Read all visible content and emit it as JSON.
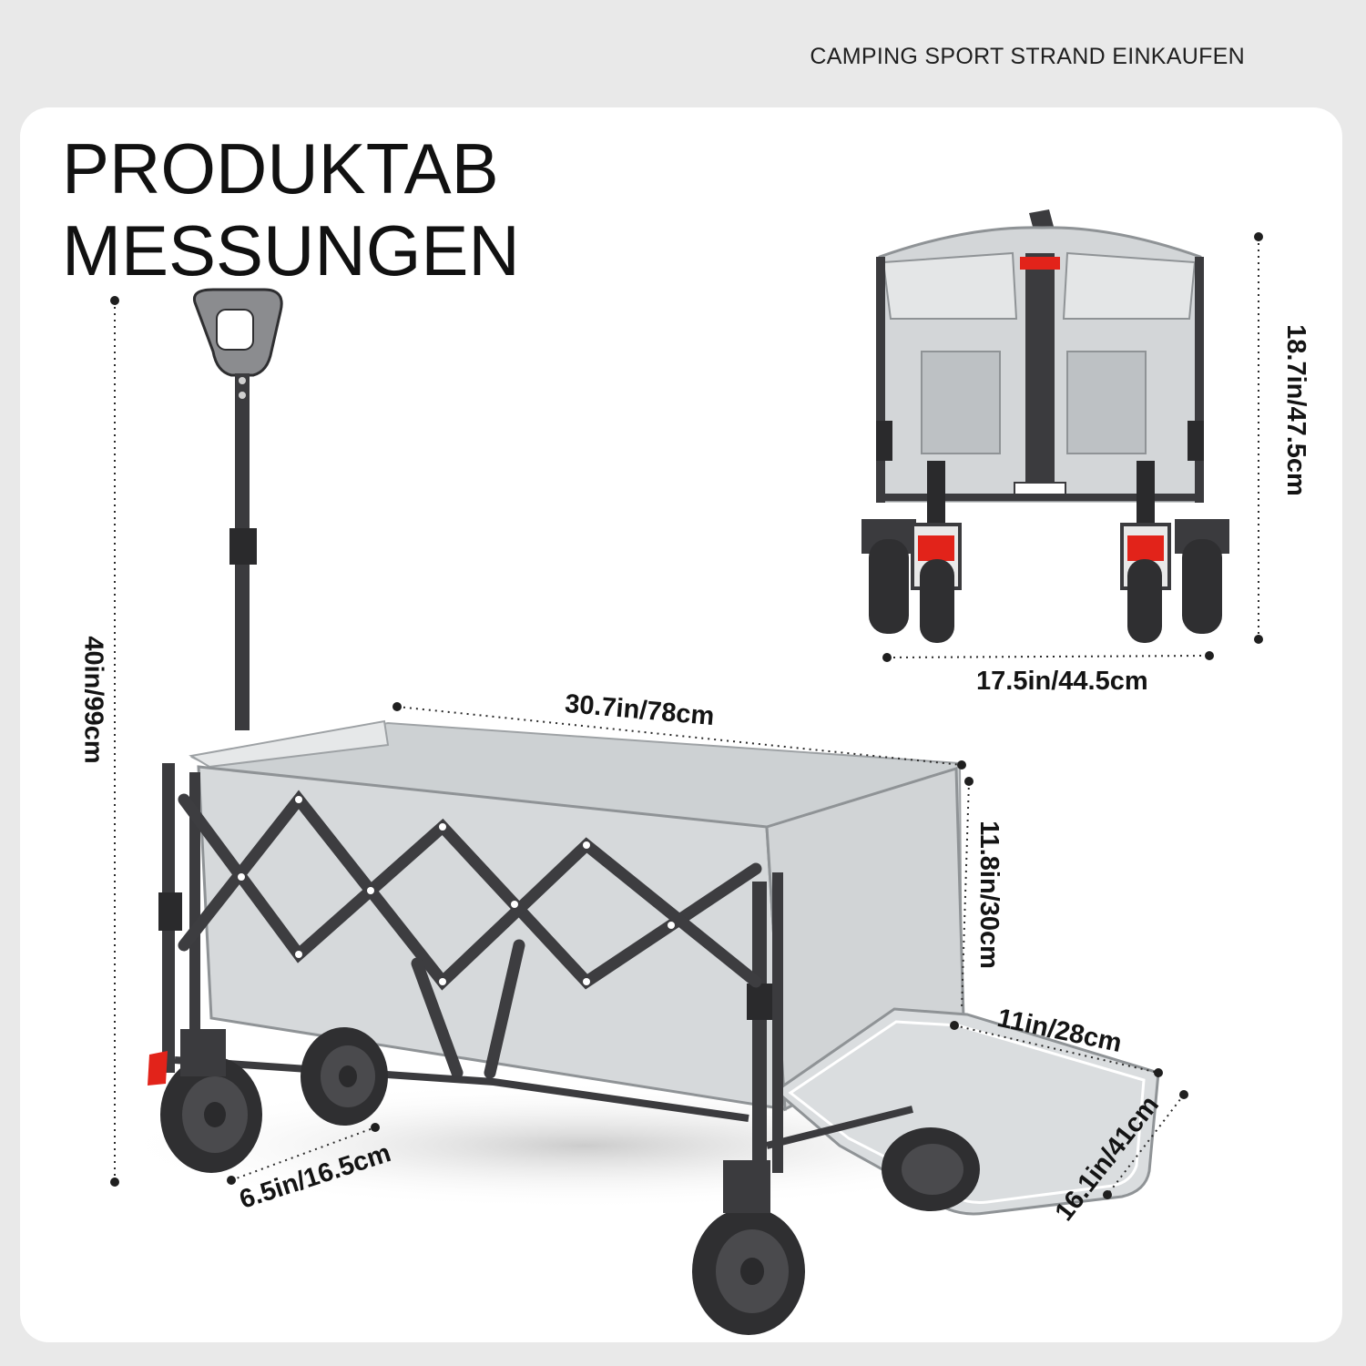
{
  "header": {
    "tagline": "CAMPING SPORT STRAND EINKAUFEN"
  },
  "title": {
    "line1": "PRODUKTAB",
    "line2": "MESSUNGEN"
  },
  "dimensions": {
    "total_height": "40in/99cm",
    "length": "30.7in/78cm",
    "depth": "11.8in/30cm",
    "tailgate_length": "11in/28cm",
    "tailgate_width": "16.1in/41cm",
    "wheel_diameter": "6.5in/16.5cm",
    "folded_height": "18.7in/47.5cm",
    "folded_width": "17.5in/44.5cm"
  },
  "colors": {
    "background": "#e9e9e9",
    "card": "#ffffff",
    "fabric": "#d6d9db",
    "frame": "#3b3b3e",
    "accent": "#e2231a"
  }
}
